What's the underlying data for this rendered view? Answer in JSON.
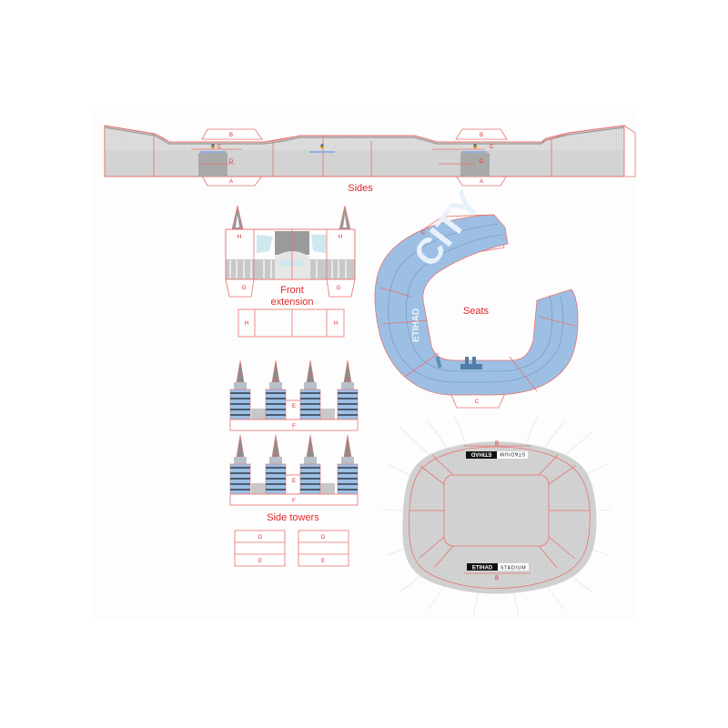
{
  "sheet": {
    "background": "#ffffff",
    "panel_color": "#fdfdfd",
    "cut_line_color": "#e8726f",
    "label_color": "#e0262c",
    "wall_color": "#d3d3d3",
    "seat_color": "#9dbfe4"
  },
  "sides": {
    "title": "Sides",
    "tabs_left": {
      "top": "B",
      "mid_c": "C",
      "mid_d": "D",
      "bottom": "A"
    },
    "tabs_right": {
      "top": "B",
      "mid_c": "C",
      "mid_d": "D",
      "bottom": "A"
    }
  },
  "front_extension": {
    "title_line1": "Front",
    "title_line2": "extension",
    "tab_h_left": "H",
    "tab_h_right": "H",
    "tab_g_left": "G",
    "tab_g_right": "G",
    "strip_h_left": "H",
    "strip_h_right": "H"
  },
  "seats": {
    "title": "Seats",
    "tab_top": "C",
    "tab_bottom": "C",
    "banner_text": "CITY",
    "side_text": "ETIHAD"
  },
  "side_towers": {
    "title": "Side towers",
    "row1": {
      "tab_e": "E",
      "tab_f": "F"
    },
    "row2": {
      "tab_e": "E",
      "tab_f": "F"
    },
    "box_left": {
      "top": "D",
      "bottom": "E"
    },
    "box_right": {
      "top": "D",
      "bottom": "E"
    }
  },
  "roof": {
    "tab_top": "B",
    "tab_bottom": "B",
    "brand_left": "ETIHAD",
    "brand_right": "STADIUM"
  }
}
